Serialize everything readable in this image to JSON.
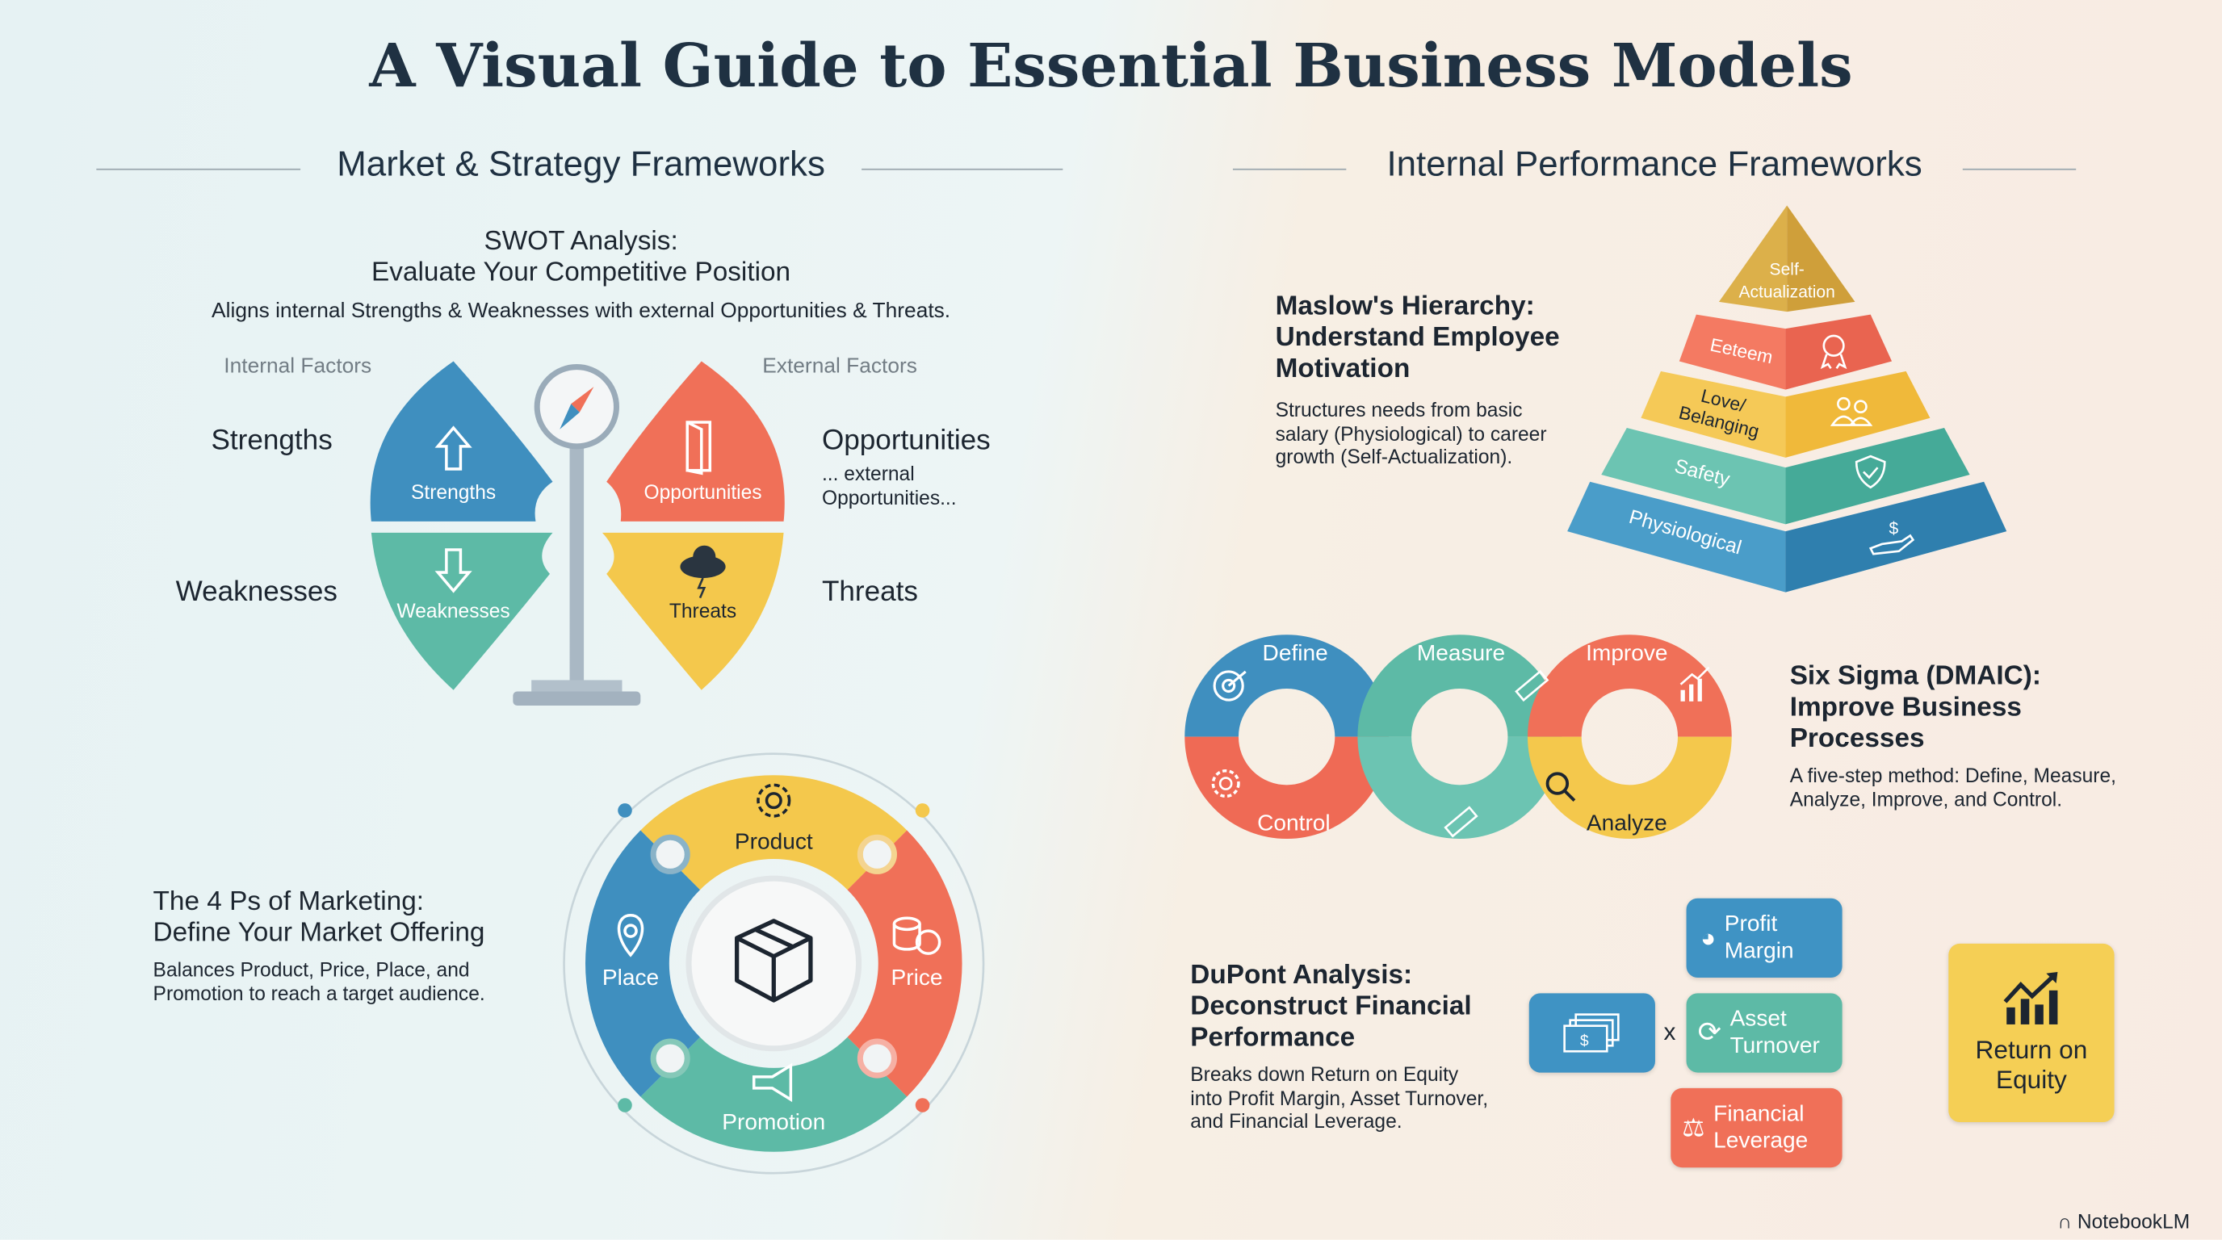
{
  "title": "A Visual Guide to Essential Business Models",
  "sections": {
    "left": "Market & Strategy Frameworks",
    "right": "Internal Performance Frameworks"
  },
  "swot": {
    "title1": "SWOT Analysis:",
    "title2": "Evaluate Your Competitive Position",
    "desc": "Aligns internal Strengths & Weaknesses with external Opportunities & Threats.",
    "internal": "Internal Factors",
    "external": "External Factors",
    "strengths": "Strengths",
    "weaknesses": "Weaknesses",
    "opportunities": "Opportunities",
    "threats": "Threats",
    "opp_note1": "... external",
    "opp_note2": "Opportunities...",
    "colors": {
      "strengths": "#3f8fbf",
      "weaknesses": "#5dbaa6",
      "opportunities": "#f07058",
      "threats": "#f4c84c"
    }
  },
  "fourps": {
    "title1": "The 4 Ps of Marketing:",
    "title2": "Define Your Market Offering",
    "desc1": "Balances Product, Price, Place, and",
    "desc2": "Promotion to reach a target audience.",
    "product": "Product",
    "price": "Price",
    "place": "Place",
    "promotion": "Promotion"
  },
  "maslow": {
    "title1": "Maslow's Hierarchy:",
    "title2": "Understand Employee",
    "title3": "Motivation",
    "desc1": "Structures needs from basic",
    "desc2": "salary (Physiological) to career",
    "desc3": "growth (Self-Actualization).",
    "levels": {
      "self1": "Self-",
      "self2": "Actualization",
      "esteem": "Eeteem",
      "love1": "Love/",
      "love2": "Belanging",
      "safety": "Safety",
      "physio": "Physiological"
    }
  },
  "sixsigma": {
    "title1": "Six Sigma (DMAIC):",
    "title2": "Improve Business",
    "title3": "Processes",
    "desc1": "A five-step method: Define, Measure,",
    "desc2": "Analyze, Improve, and Control.",
    "define": "Define",
    "measure": "Measure",
    "improve": "Improve",
    "analyze": "Analyze",
    "control": "Control"
  },
  "dupont": {
    "title1": "DuPont Analysis:",
    "title2": "Deconstruct Financial",
    "title3": "Performance",
    "desc1": "Breaks down Return on Equity",
    "desc2": "into Profit Margin, Asset Turnover,",
    "desc3": "and Financial Leverage.",
    "times": "x",
    "profit1": "Profit",
    "profit2": "Margin",
    "asset1": "Asset",
    "asset2": "Turnover",
    "fin1": "Financial",
    "fin2": "Leverage",
    "roe1": "Return on",
    "roe2": "Equity"
  },
  "brand": "NotebookLM"
}
